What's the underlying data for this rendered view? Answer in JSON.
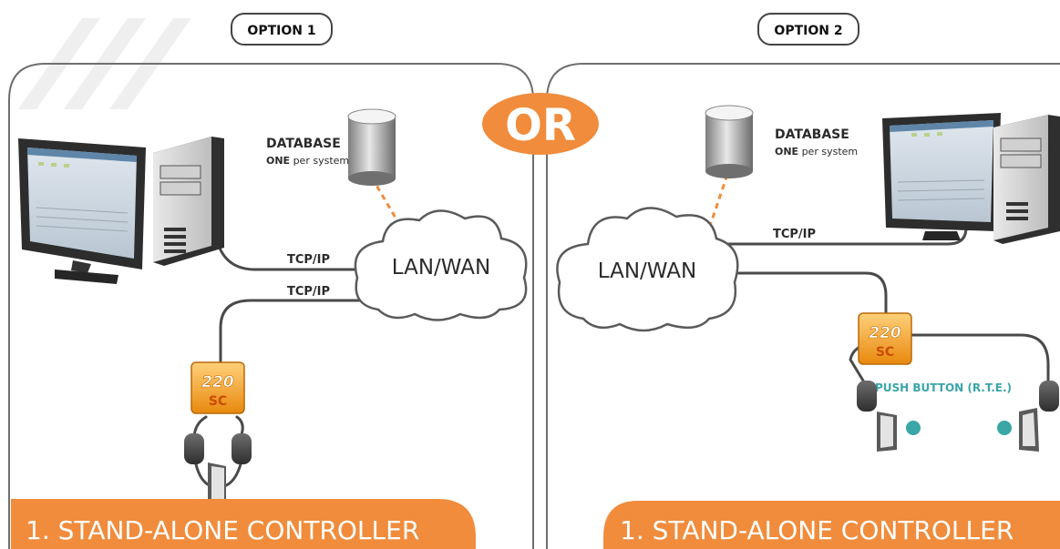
{
  "colors": {
    "orange": "#f08c3c",
    "orange_dark": "#d9731f",
    "controller_orange": "#f5a01e",
    "panel_border": "#6f6f6f",
    "cable": "#4a4a4a",
    "teal": "#3aa6a6",
    "text_dark": "#2b2b2b"
  },
  "option1": {
    "tab": "OPTION 1",
    "database": {
      "title": "DATABASE",
      "emph": "ONE",
      "rest": " per system"
    },
    "cloud": "LAN/WAN",
    "tcp1": "TCP/IP",
    "tcp2": "TCP/IP",
    "controller": {
      "model": "220",
      "suffix": "SC"
    },
    "banner": "1.  STAND-ALONE CONTROLLER"
  },
  "or_badge": "OR",
  "option2": {
    "tab": "OPTION 2",
    "database": {
      "title": "DATABASE",
      "emph": "ONE",
      "rest": " per system"
    },
    "cloud": "LAN/WAN",
    "tcp": "TCP/IP",
    "controller": {
      "model": "220",
      "suffix": "SC"
    },
    "push_button": "PUSH BUTTON (R.T.E.)",
    "banner": "1.  STAND-ALONE CONTROLLER"
  },
  "icons": [
    "computer-monitor-icon",
    "pc-tower-icon",
    "database-cylinder-icon",
    "cloud-icon",
    "controller-box-icon",
    "card-reader-icon",
    "door-icon",
    "push-button-icon"
  ]
}
